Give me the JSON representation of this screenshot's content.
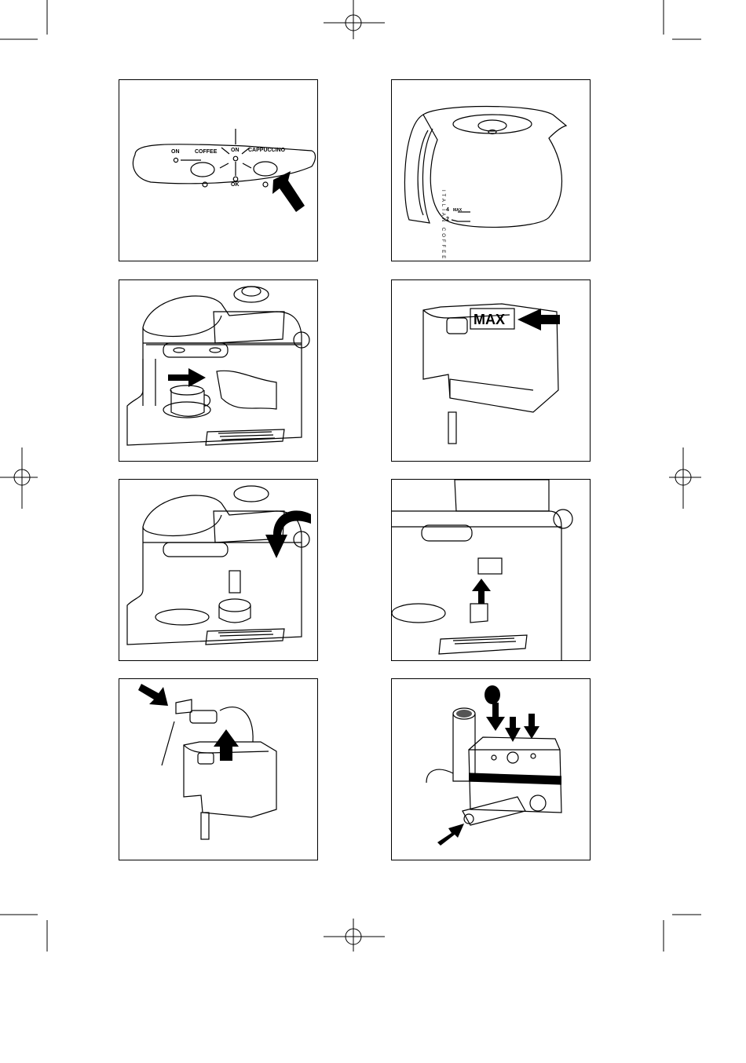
{
  "panel_1": {
    "label_on_left": "ON",
    "label_coffee": "COFFEE",
    "label_on_center": "ON",
    "label_cappuccino": "CAPPUCCINO",
    "label_ok": "OK"
  },
  "panel_2": {
    "jug_text": "ITALIAN COFFEE",
    "mark_4": "4",
    "mark_max": "MAX",
    "mark_2": "2"
  },
  "panel_4": {
    "max_label": "MAX"
  }
}
